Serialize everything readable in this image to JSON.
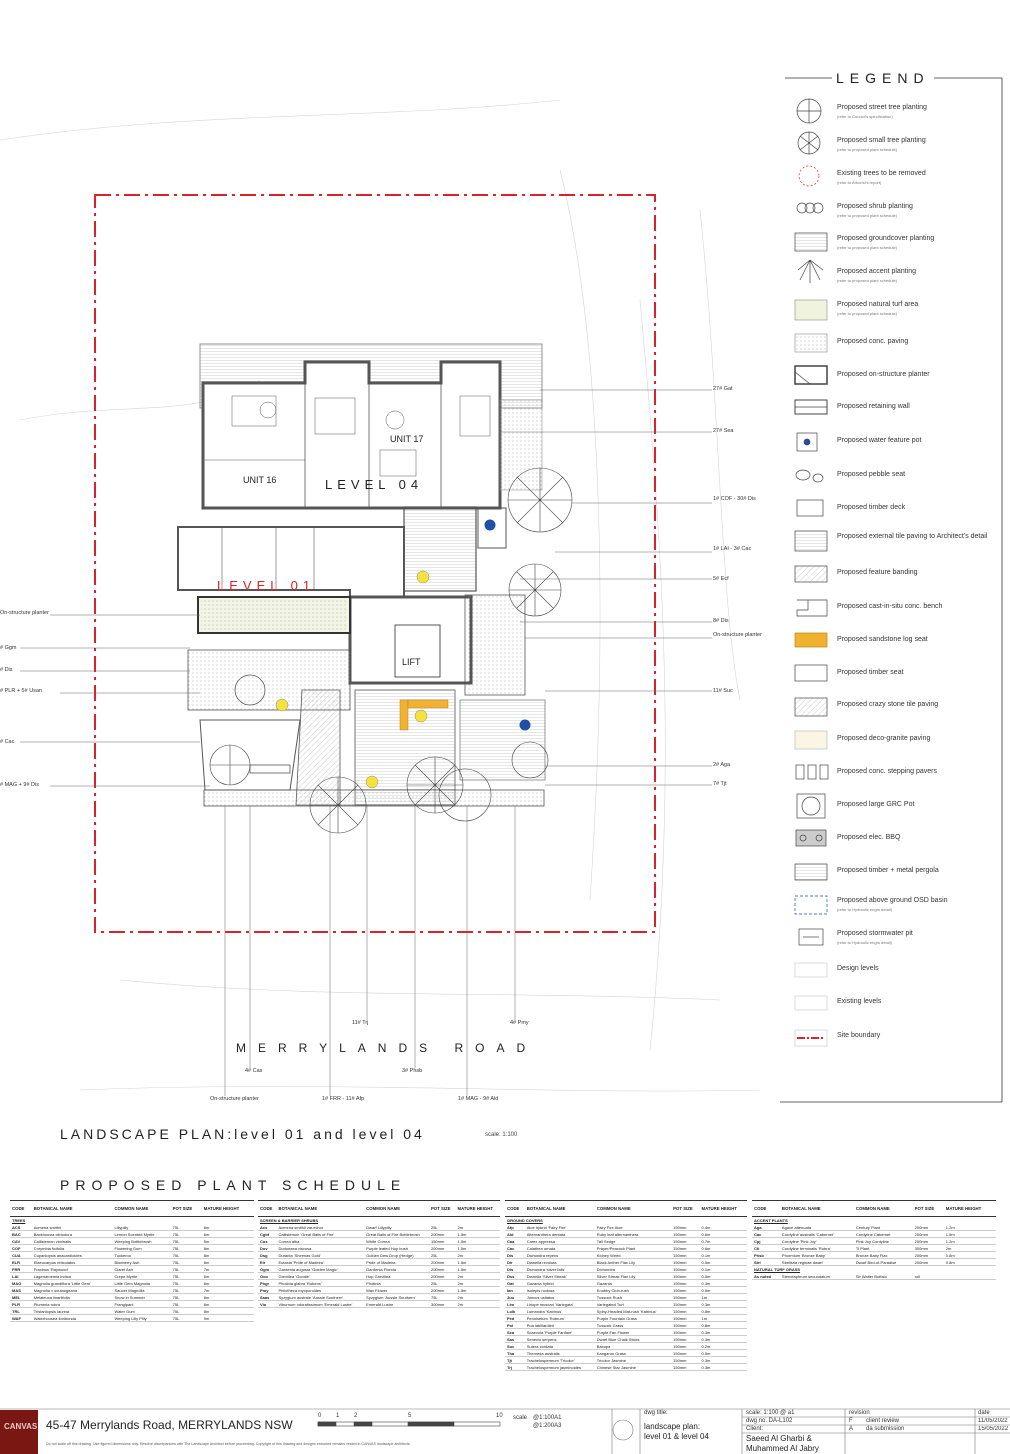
{
  "legend": {
    "title": "LEGEND",
    "items": [
      {
        "label": "Proposed street tree planting",
        "note": "(refer to Council's specification)"
      },
      {
        "label": "Proposed small tree planting",
        "note": "(refer to proposed plant schedule)"
      },
      {
        "label": "Existing trees to be removed",
        "note": "(refer to Arborist's report)"
      },
      {
        "label": "Proposed shrub planting",
        "note": "(refer to proposed plant schedule)"
      },
      {
        "label": "Proposed groundcover planting",
        "note": "(refer to proposed plant schedule)"
      },
      {
        "label": "Proposed accent planting",
        "note": "(refer to proposed plant schedule)"
      },
      {
        "label": "Proposed natural turf area",
        "note": "(refer to proposed plant schedule)"
      },
      {
        "label": "Proposed conc. paving",
        "note": ""
      },
      {
        "label": "Proposed on-structure planter",
        "note": ""
      },
      {
        "label": "Proposed retaining wall",
        "note": ""
      },
      {
        "label": "Proposed water feature pot",
        "note": ""
      },
      {
        "label": "Proposed pebble seat",
        "note": ""
      },
      {
        "label": "Proposed timber deck",
        "note": ""
      },
      {
        "label": "Proposed external tile paving to Architect's detail",
        "note": ""
      },
      {
        "label": "Proposed feature banding",
        "note": ""
      },
      {
        "label": "Proposed cast-in-situ conc. bench",
        "note": ""
      },
      {
        "label": "Proposed sandstone log seat",
        "note": ""
      },
      {
        "label": "Proposed timber seat",
        "note": ""
      },
      {
        "label": "Proposed crazy stone tile paving",
        "note": ""
      },
      {
        "label": "Proposed deco-granite paving",
        "note": ""
      },
      {
        "label": "Proposed conc. stepping pavers",
        "note": ""
      },
      {
        "label": "Proposed large GRC Pot",
        "note": ""
      },
      {
        "label": "Proposed elec. BBQ",
        "note": ""
      },
      {
        "label": "Proposed timber + metal pergola",
        "note": ""
      },
      {
        "label": "Proposed above ground OSD basin",
        "note": "(refer to Hydraulic engrs detail)"
      },
      {
        "label": "Proposed stormwater pit",
        "note": "(refer to Hydraulic engrs detail)"
      },
      {
        "label": "Design levels",
        "note": ""
      },
      {
        "label": "Existing levels",
        "note": ""
      },
      {
        "label": "Site boundary",
        "note": ""
      }
    ]
  },
  "plan": {
    "unit16": "UNIT 16",
    "unit17": "UNIT 17",
    "level04": "LEVEL  04",
    "level01": "LEVEL  01",
    "lift": "LIFT",
    "title": "LANDSCAPE  PLAN:level 01  and  level 04",
    "scale": "scale: 1:100",
    "road": "MERRYLANDS  ROAD",
    "callouts_right": [
      "27# Gat",
      "27# Sea",
      "1# COF - 30# Dis",
      "1# LAI - 3# Cac",
      "5# Ecf",
      "8# Dis",
      "On-structure planter",
      "11# Suc",
      "2# Aga",
      "7# Tjt"
    ],
    "callouts_left": [
      "On-structure planter",
      "# Ggm",
      "# Dis",
      "# PLR + 5# Usan",
      "# Cac",
      "# MAG + 9# Dis"
    ],
    "callouts_bottom": [
      "11# Trj",
      "4# Pmy",
      "4# Cas",
      "3# Phsb",
      "On-structure planter",
      "1# FRR - 11# Afp",
      "1# MAG - 9# Ald"
    ]
  },
  "schedule": {
    "title": "PROPOSED  PLANT  SCHEDULE",
    "headers": [
      "CODE",
      "BOTANICAL NAME",
      "COMMON NAME",
      "POT SIZE",
      "MATURE HEIGHT"
    ],
    "trees": {
      "group": "TREES",
      "rows": [
        [
          "ACS",
          "Acmena smithii",
          "Lillypilly",
          "75L",
          "6m"
        ],
        [
          "BAC",
          "Backhousia citriodora",
          "Lemon Scented Myrtle",
          "75L",
          "6m"
        ],
        [
          "CAV",
          "Callistemon viminalis",
          "Weeping Bottlebrush",
          "75L",
          "5m"
        ],
        [
          "COF",
          "Corymbia ficifolia",
          "Flowering Gum",
          "75L",
          "8m"
        ],
        [
          "CUA",
          "Cupaniopsis anacardioides",
          "Tuckeroo",
          "75L",
          "8m"
        ],
        [
          "ELR",
          "Elaeocarpus reticulatus",
          "Blueberry Ash",
          "75L",
          "8m"
        ],
        [
          "FRR",
          "Fraxinus 'Raywood'",
          "Claret Ash",
          "75L",
          "7m"
        ],
        [
          "LAI",
          "Lagerstroemia indica",
          "Crepe Myrtle",
          "75L",
          "6m"
        ],
        [
          "MAG",
          "Magnolia grandiflora 'Little Gem'",
          "Little Gem Magnolia",
          "75L",
          "6m"
        ],
        [
          "MAS",
          "Magnolia x soulangeana",
          "Saucer Magnolia",
          "75L",
          "7m"
        ],
        [
          "MEL",
          "Melaleuca linariifolia",
          "Snow in Summer",
          "75L",
          "8m"
        ],
        [
          "PLR",
          "Plumeria rubra",
          "Frangipani",
          "75L",
          "6m"
        ],
        [
          "TRL",
          "Tristaniopsis laurina",
          "Water Gum",
          "75L",
          "8m"
        ],
        [
          "WAF",
          "Waterhousea floribunda",
          "Weeping Lilly Pilly",
          "75L",
          "9m"
        ]
      ]
    },
    "shrubs": {
      "group": "SCREEN & BARRIER SHRUBS",
      "rows": [
        [
          "Acs",
          "Acmena smithii var.minor",
          "Dwarf Lillypilly",
          "25L",
          "2m"
        ],
        [
          "Cgbf",
          "Callistemon 'Great Balls of Fire'",
          "Great Balls of Fire Bottlebrush",
          "200mm",
          "1.5m"
        ],
        [
          "Cos",
          "Correa alba",
          "White Correa",
          "150mm",
          "1.5m"
        ],
        [
          "Dov",
          "Dodonaea viscosa",
          "Purple leafed Hop bush",
          "200mm",
          "1.5m"
        ],
        [
          "Dsg",
          "Duranta 'Sheenas Gold'",
          "Golden Dew Drop (Hedge)",
          "25L",
          "2m"
        ],
        [
          "Elr",
          "Eutaxia 'Pride of Madeira'",
          "Pride of Madeira",
          "200mm",
          "1.5m"
        ],
        [
          "Ggm",
          "Gardenia augusta 'Golden Magic'",
          "Gardenia Florida",
          "200mm",
          "1.5m"
        ],
        [
          "Goo",
          "Grevillea 'Goodie'",
          "Hop Grevillea",
          "200mm",
          "2m"
        ],
        [
          "Phgr",
          "Photinia glabra 'Rubens'",
          "Photinia",
          "25L",
          "2m"
        ],
        [
          "Pmy",
          "Philotheca myoporoides",
          "Wax Flower",
          "200mm",
          "1.5m"
        ],
        [
          "Saas",
          "Syzygium australe 'Aussie Southern'",
          "Syzygium 'Aussie Southern'",
          "75L",
          "2m"
        ],
        [
          "Vio",
          "Viburnum odoratissimum 'Emerald Lustre'",
          "Emerald Lustre",
          "300mm",
          "2m"
        ]
      ]
    },
    "groundcovers": {
      "group": "GROUND COVERS",
      "rows": [
        [
          "Afp",
          "Aloe hybrid 'Fairy Fire'",
          "Fairy Fire Aloe",
          "150mm",
          "0.4m"
        ],
        [
          "Ald",
          "Alternanthera dentata",
          "Ruby leaf alternanthera",
          "150mm",
          "0.6m"
        ],
        [
          "Caa",
          "Carex appressa",
          "Tall Sedge",
          "150mm",
          "0.7m"
        ],
        [
          "Cac",
          "Calathea ornata",
          "Prayer/Peacock Plant",
          "150mm",
          "0.6m"
        ],
        [
          "Dis",
          "Dichondra repens",
          "Kidney Weed",
          "150mm",
          "0.1m"
        ],
        [
          "Dir",
          "Dianella revoluta",
          "Black Anther Flax Lily",
          "150mm",
          "0.5m"
        ],
        [
          "Dis",
          "Dichondra 'silver falls'",
          "Dichondra",
          "150mm",
          "0.1m"
        ],
        [
          "Dss",
          "Dianella 'Silver Streak'",
          "Silver Streak Flax Lily",
          "150mm",
          "0.5m"
        ],
        [
          "Gat",
          "Gazania hybrid",
          "Gazania",
          "150mm",
          "0.3m"
        ],
        [
          "Ian",
          "Isolepis nodosa",
          "Knobby Club-rush",
          "150mm",
          "0.5m"
        ],
        [
          "Juu",
          "Juncus usitatus",
          "Tussock Rush",
          "150mm",
          "1m"
        ],
        [
          "Lim",
          "Liriope muscari 'Variegata'",
          "Variegated Turf",
          "150mm",
          "0.3m"
        ],
        [
          "Lolk",
          "Lomandra 'Katrinus'",
          "Spiny-Headed Mat-rush 'Katrinus'",
          "150mm",
          "0.8m"
        ],
        [
          "Ped",
          "Pennisetum 'Rubrum'",
          "Purple Fountain Grass",
          "150mm",
          "1m"
        ],
        [
          "Pol",
          "Poa labillardieri",
          "Tussock Grass",
          "150mm",
          "0.8m"
        ],
        [
          "Sca",
          "Scaevola 'Purple Fanfare'",
          "Purple Fan Flower",
          "150mm",
          "0.3m"
        ],
        [
          "Sas",
          "Senecio serpens",
          "Dwarf Blue Chalk Sticks",
          "150mm",
          "0.3m"
        ],
        [
          "Suc",
          "Sutera cordata",
          "Bacopa",
          "150mm",
          "0.2m"
        ],
        [
          "Tha",
          "Themeda australis",
          "Kangaroo Grass",
          "150mm",
          "0.5m"
        ],
        [
          "Tjt",
          "Trachelospermum 'Tricolor'",
          "Tricolor Jasmine",
          "150mm",
          "0.3m"
        ],
        [
          "Trj",
          "Trachelospermum jasminoides",
          "Chinese Star Jasmine",
          "150mm",
          "0.3m"
        ]
      ]
    },
    "accents": {
      "group": "ACCENT PLANTS",
      "rows": [
        [
          "Aga",
          "Agave attenuata",
          "Century Plant",
          "200mm",
          "1.2m"
        ],
        [
          "Cac",
          "Cordyline australis 'Cabernet'",
          "Cordyline Cabernet",
          "200mm",
          "1.5m"
        ],
        [
          "Cpj",
          "Cordyline 'Pink Joy'",
          "Pink Joy Cordyline",
          "200mm",
          "1.2m"
        ],
        [
          "Cti",
          "Cordyline terminalis 'Rubra'",
          "Ti Plant",
          "300mm",
          "2m"
        ],
        [
          "Phsb",
          "Phormium 'Bronze Baby'",
          "Bronze Baby Flax",
          "200mm",
          "0.8m"
        ],
        [
          "Strl",
          "Strelitzia reginae dwarf",
          "Dwarf Bird-of-Paradise",
          "200mm",
          "0.8m"
        ]
      ]
    },
    "turf": {
      "group": "NATURAL TURF GRASS",
      "rows": [
        [
          "As noted",
          "Stenotaphrum secundatum",
          "Sir Walter Buffalo",
          "roll",
          ""
        ]
      ]
    }
  },
  "titleblock": {
    "logo": "CANVAS",
    "project": "45-47 Merrylands Road, MERRYLANDS NSW",
    "disclaimer": "Do not scale off this drawing. Use figured dimensions only. Resolve discrepancies with The Landscape Architect before proceeding. Copyright of this drawing and designs executed remains vested in CANVAS landscape architects.",
    "scalebar": [
      "0",
      "1",
      "2",
      "5",
      "10"
    ],
    "scale_label": "scale",
    "scale_value_a": "@1:100A1",
    "scale_value_b": "@1:200A3",
    "dwg_title_label": "dwg title:",
    "dwg_title_1": "landscape plan:",
    "dwg_title_2": "level 01 & level 04",
    "scale_row": "scale:   1:100 @ a1",
    "dwg_no": "dwg no.   DA-L102",
    "client_label": "Client:",
    "client_1": "Saeed Al Gharbi &",
    "client_2": "Muhammed Al Jabry",
    "revision_label": "revision",
    "rev_rows": [
      [
        "F",
        "client review"
      ],
      [
        "A",
        "da submission"
      ]
    ],
    "date_label": "date",
    "dates": [
      "11/05/2022",
      "15/05/2022"
    ]
  }
}
